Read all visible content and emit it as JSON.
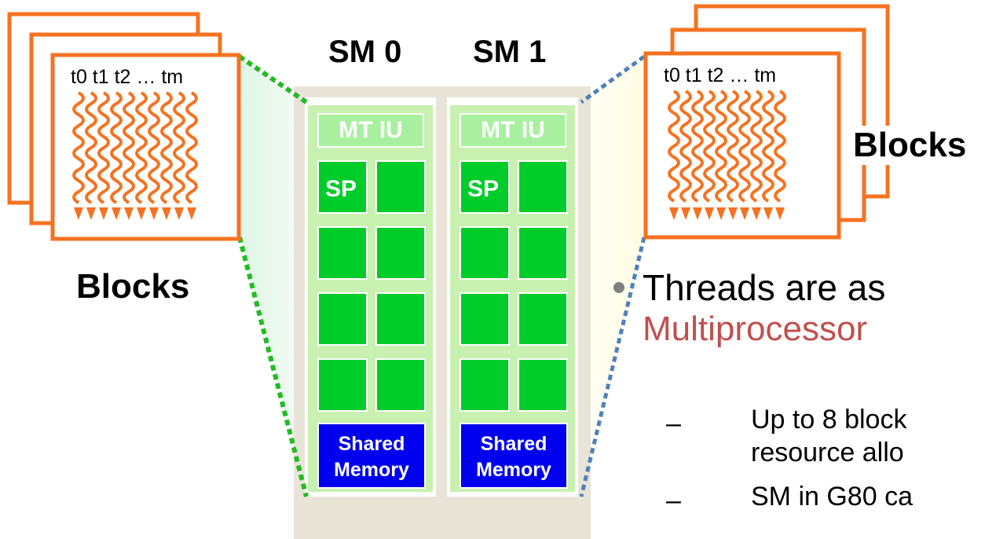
{
  "sm_labels": [
    "SM 0",
    "SM 1"
  ],
  "mt_iu_label": "MT IU",
  "sp_label": "SP",
  "shared_memory": {
    "line1": "Shared",
    "line2": "Memory"
  },
  "thread_labels": {
    "left": "t0 t1 t2 … tm",
    "right": "t0 t1 t2 … tm"
  },
  "blocks_labels": {
    "left": "Blocks",
    "right": "Blocks"
  },
  "bullet": {
    "line1": "Threads are as",
    "line2": "Multiprocessor"
  },
  "sub_bullets": [
    {
      "dash": "–",
      "line1": "Up to 8 block",
      "line2": "resource allo"
    },
    {
      "dash": "–",
      "line1": "SM in G80 ca",
      "line2": ""
    }
  ],
  "colors": {
    "orange": "#f57220",
    "sm_fill": "#e8e4d8",
    "sm_inner": "#c8f0b0",
    "mt_iu": "#a8f0a0",
    "sp": "#00cc2a",
    "shared_memory": "#0000ee",
    "green_dash": "#22bb22",
    "blue_dash": "#4f81bd",
    "red_text": "#c0504d"
  }
}
